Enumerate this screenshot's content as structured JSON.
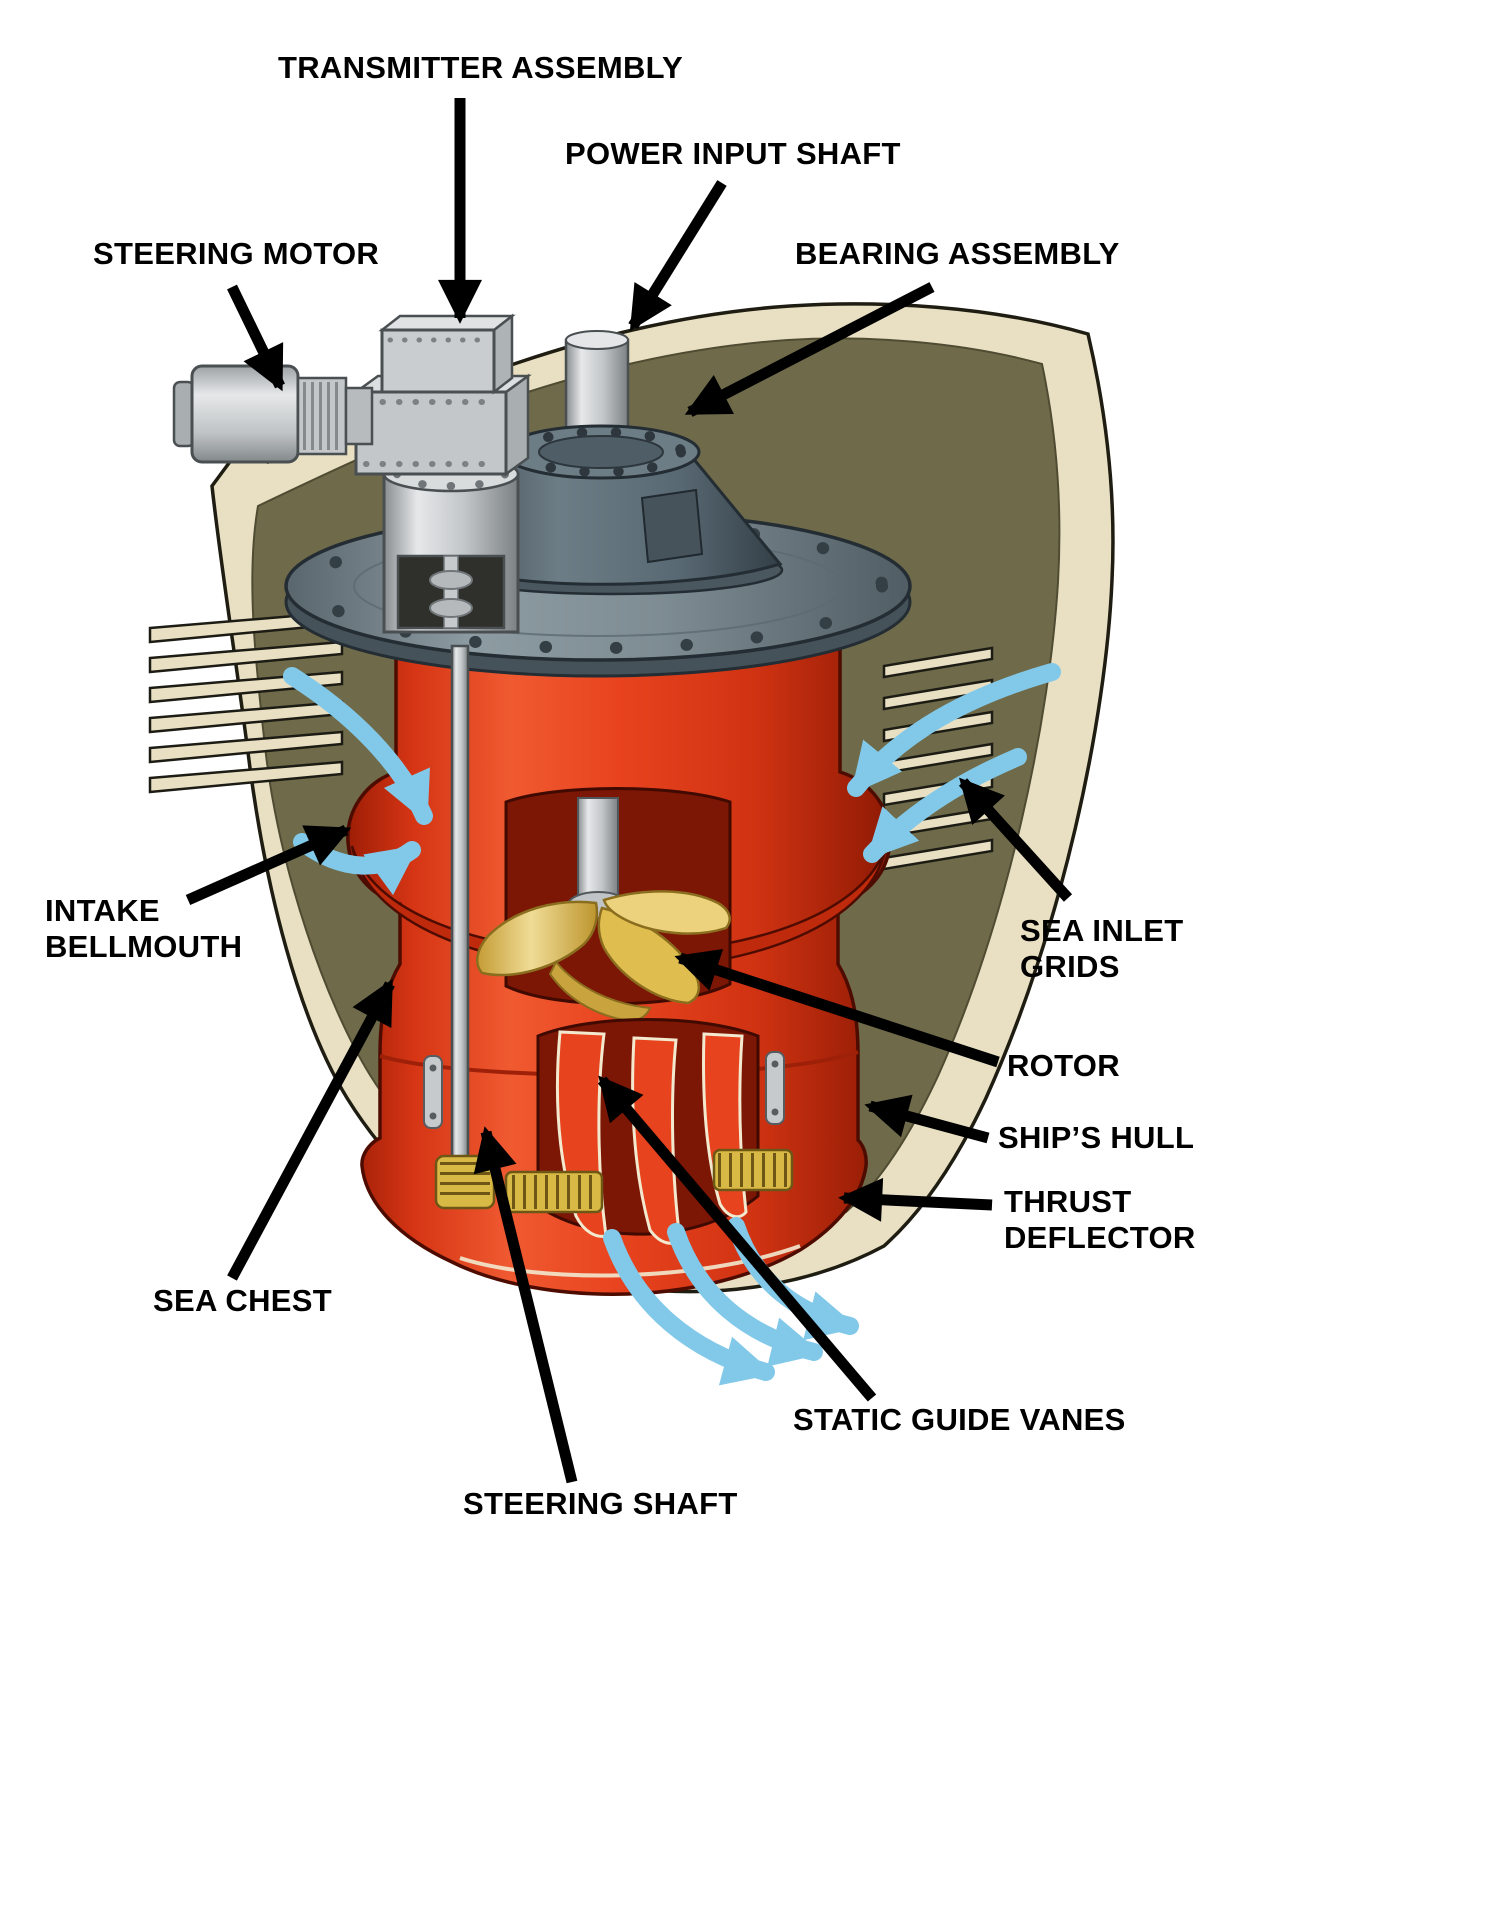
{
  "labels": {
    "transmitter_assembly": "TRANSMITTER ASSEMBLY",
    "power_input_shaft": "POWER INPUT SHAFT",
    "steering_motor": "STEERING MOTOR",
    "bearing_assembly": "BEARING ASSEMBLY",
    "intake_bellmouth": "INTAKE\nBELLMOUTH",
    "sea_inlet_grids": "SEA INLET\nGRIDS",
    "rotor": "ROTOR",
    "ships_hull": "SHIP’S HULL",
    "thrust_deflector": "THRUST\nDEFLECTOR",
    "sea_chest": "SEA CHEST",
    "static_guide_vanes": "STATIC GUIDE VANES",
    "steering_shaft": "STEERING SHAFT"
  },
  "colors": {
    "background": "#ffffff",
    "hull": "#e9e0c3",
    "hull_interior": "#6f6b4a",
    "casing_red": "#e8431f",
    "casing_red_dark": "#c02a0c",
    "interior_dark_red": "#7c1605",
    "flange_gray": "#84929a",
    "bearing_slate": "#5f7079",
    "steel_light": "#cdd1d3",
    "rotor_yellow": "#ecd27c",
    "gear_gold": "#d9b945",
    "flow_blue": "#82c9e9",
    "label_text": "#000000",
    "arrow": "#000000"
  }
}
